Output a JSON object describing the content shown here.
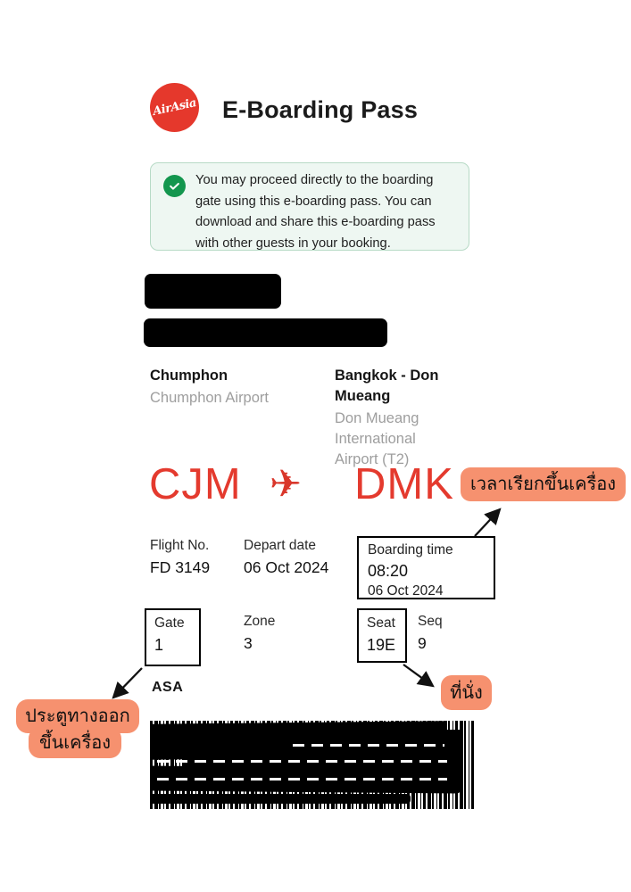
{
  "header": {
    "brand": "AirAsia",
    "title": "E-Boarding Pass"
  },
  "notice": {
    "text": "You may proceed directly to the boarding gate using this e-boarding pass. You can download and share this e-boarding pass with other guests in your booking."
  },
  "route": {
    "origin": {
      "city": "Chumphon",
      "airport": "Chumphon Airport",
      "code": "CJM"
    },
    "destination": {
      "city": "Bangkok - Don Mueang",
      "airport": "Don Mueang International Airport (T2)",
      "code": "DMK"
    },
    "plane_glyph": "✈"
  },
  "details": {
    "flight_label": "Flight No.",
    "flight_value": "FD 3149",
    "depart_label": "Depart date",
    "depart_value": "06 Oct 2024",
    "boarding_label": "Boarding time",
    "boarding_time": "08:20",
    "boarding_date": "06 Oct 2024",
    "gate_label": "Gate",
    "gate_value": "1",
    "zone_label": "Zone",
    "zone_value": "3",
    "seat_label": "Seat",
    "seat_value": "19E",
    "seq_label": "Seq",
    "seq_value": "9",
    "checkin_code": "ASA"
  },
  "annotations": {
    "boarding_time_th": "เวลาเรียกขึ้นเครื่อง",
    "gate_th_line1": "ประตูทางออก",
    "gate_th_line2": "ขึ้นเครื่อง",
    "seat_th": "ที่นั่ง"
  },
  "colors": {
    "brand_red": "#e5382c",
    "accent_orange": "#f6916f",
    "success_green": "#13964e",
    "notice_bg": "#eef7f2",
    "muted_gray": "#9e9e9e"
  }
}
